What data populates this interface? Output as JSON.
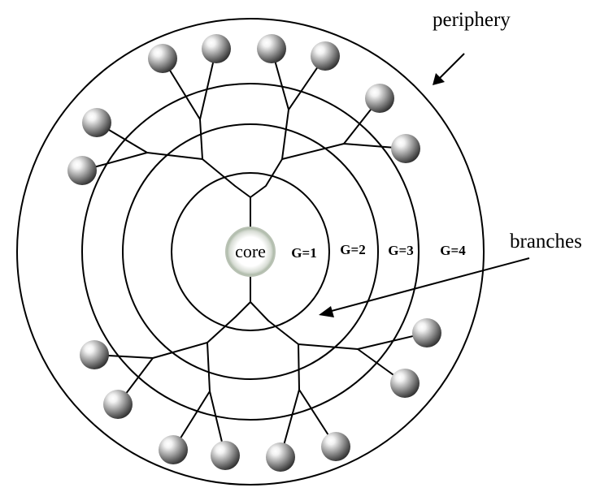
{
  "core": {
    "label": "core"
  },
  "generations": [
    {
      "label": "G=1"
    },
    {
      "label": "G=2"
    },
    {
      "label": "G=3"
    },
    {
      "label": "G=4"
    }
  ],
  "callouts": {
    "periphery": "periphery",
    "branches": "branches"
  },
  "colors": {
    "line": "#000000",
    "sphere_highlight": "#ffffff",
    "sphere_shadow": "#2e2e2e",
    "core_glow": "#9fae9a"
  },
  "end_groups": {
    "count": 16,
    "icon": "sphere-icon"
  }
}
